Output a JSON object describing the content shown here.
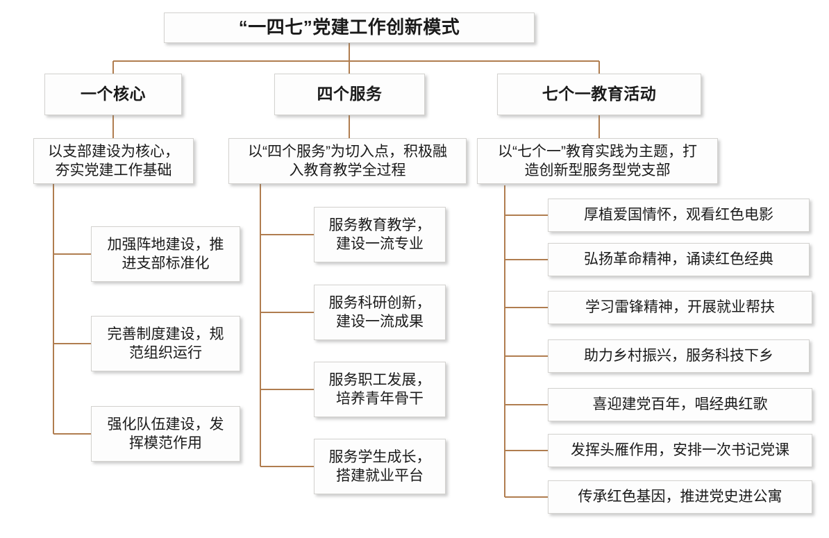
{
  "theme": {
    "connector_color": "#b07d4f",
    "box_fill": "#fdfdfd",
    "box_border": "#d3d2cf",
    "text_color": "#1a1a1a",
    "background": "#ffffff"
  },
  "root": {
    "title": "“一四七”党建工作创新模式"
  },
  "branches": [
    {
      "id": "core",
      "pillar": "一个核心",
      "description": "以支部建设为核心，\n夯实党建工作基础",
      "items": [
        "加强阵地建设，推\n进支部标准化",
        "完善制度建设，规\n范组织运行",
        "强化队伍建设，发\n挥模范作用"
      ]
    },
    {
      "id": "services",
      "pillar": "四个服务",
      "description": "以“四个服务”为切入点，积极融\n入教育教学全过程",
      "items": [
        "服务教育教学，\n建设一流专业",
        "服务科研创新，\n建设一流成果",
        "服务职工发展，\n培养青年骨干",
        "服务学生成长，\n搭建就业平台"
      ]
    },
    {
      "id": "activities",
      "pillar": "七个一教育活动",
      "description": "以“七个一”教育实践为主题，打\n造创新型服务型党支部",
      "items": [
        "厚植爱国情怀，观看红色电影",
        "弘扬革命精神，诵读红色经典",
        "学习雷锋精神，开展就业帮扶",
        "助力乡村振兴，服务科技下乡",
        "喜迎建党百年，唱经典红歌",
        "发挥头雁作用，安排一次书记党课",
        "传承红色基因，推进党史进公寓"
      ]
    }
  ]
}
